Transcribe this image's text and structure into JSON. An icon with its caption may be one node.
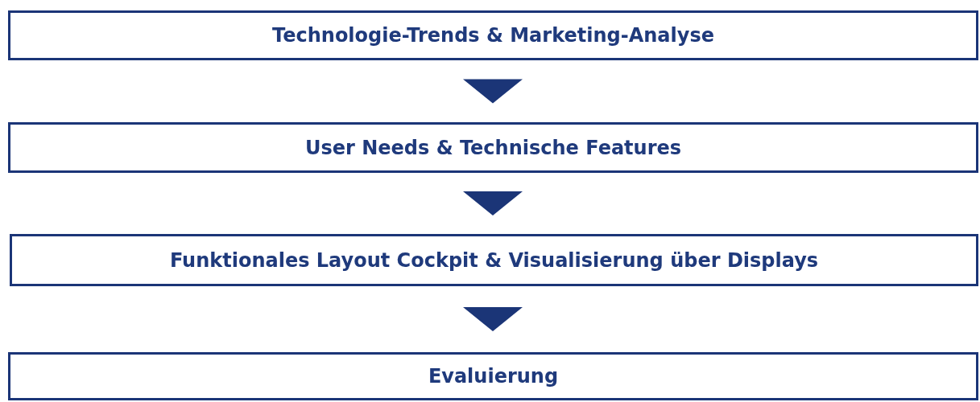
{
  "diagram": {
    "nodes": [
      {
        "text": [
          "Technologie-Trends & Marketing-Analyse"
        ]
      },
      {
        "text": [
          "User Needs & Technische Features"
        ]
      },
      {
        "text": [
          "Funktionales Layout Cockpit & Visualisierung über Displays"
        ]
      },
      {
        "text": [
          "Evaluierung"
        ]
      }
    ],
    "edges": [
      {
        "from": 0,
        "to": 1,
        "arrow": "to"
      },
      {
        "from": 1,
        "to": 2,
        "arrow": "to"
      },
      {
        "from": 2,
        "to": 3,
        "arrow": "to"
      }
    ]
  }
}
